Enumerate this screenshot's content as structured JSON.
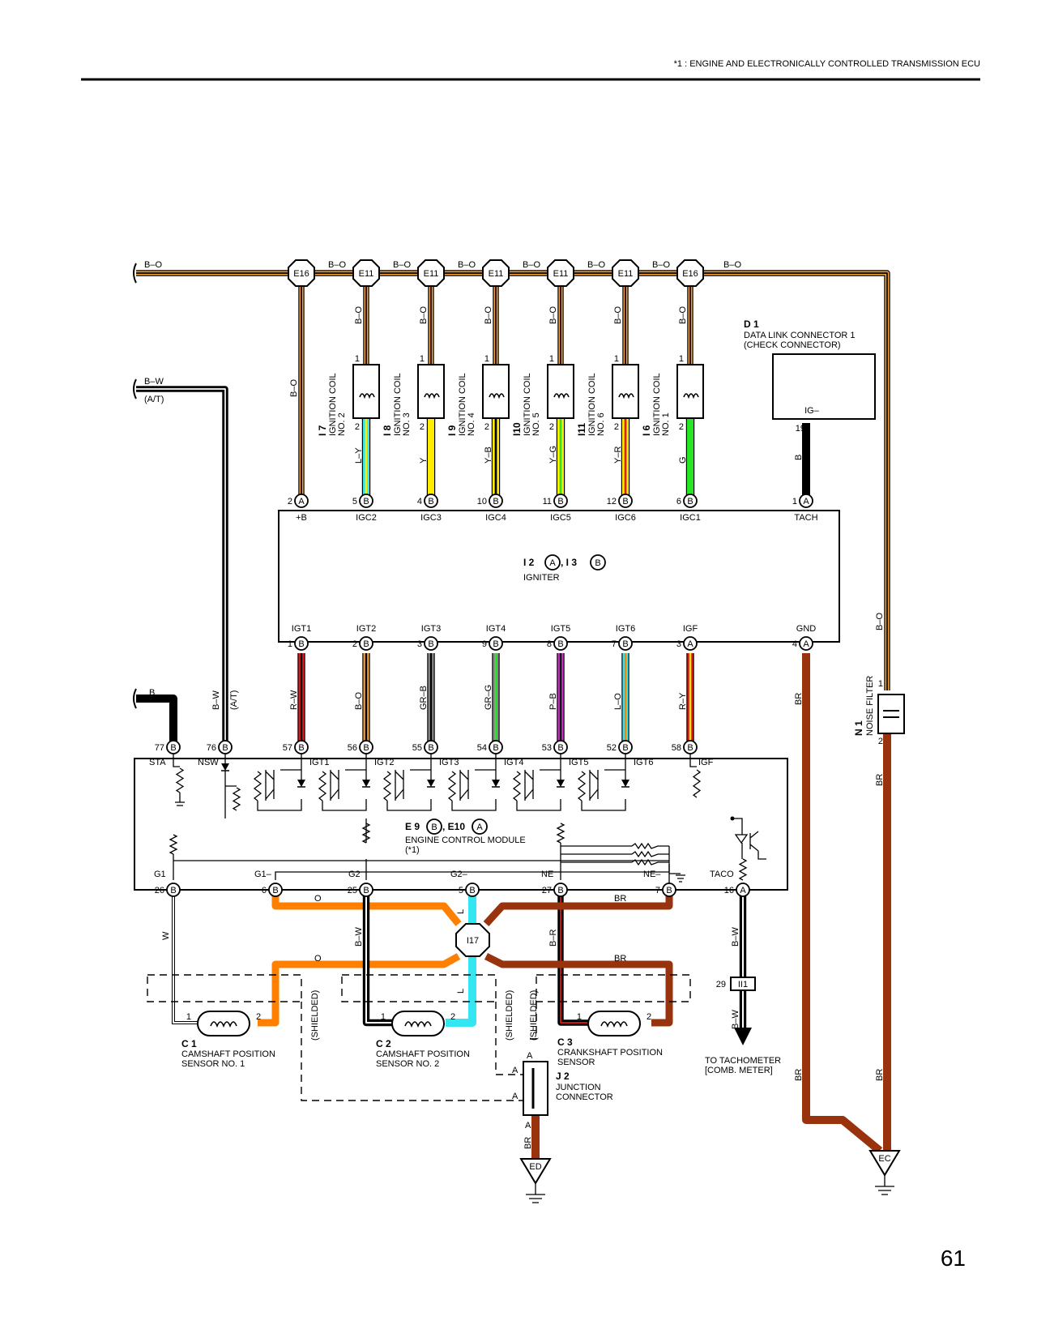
{
  "header": {
    "note": "*1  : ENGINE AND ELECTRONICALLY CONTROLLED TRANSMISSION ECU"
  },
  "page_number": "61",
  "colors": {
    "orange": "#ff8000",
    "brown": "#99330d",
    "black": "#000000",
    "red": "#e81818",
    "cyan": "#33e6f2",
    "yellow": "#ffec00",
    "green": "#26e626",
    "gray": "#8c8c8c",
    "violet": "#cc33cc",
    "light_orange": "#f0a040",
    "white": "#ffffff"
  },
  "wire_labels": {
    "bo": "B–O",
    "bw": "B–W",
    "at": "(A/T)",
    "b": "B",
    "w": "W",
    "o": "O",
    "l": "L",
    "br": "BR",
    "br2": "B–R",
    "ly": "L–Y",
    "y": "Y",
    "yb": "Y–B",
    "yg": "Y–G",
    "yr": "Y–R",
    "g": "G",
    "rw": "R–W",
    "grb": "GR–B",
    "grg": "GR–G",
    "pb": "P–B",
    "lo": "L–O",
    "ry": "R–Y"
  },
  "connectors": {
    "e16": "E16",
    "e11": "E11",
    "i17": "I17",
    "ii1": "II1",
    "ed": "ED",
    "ec": "EC"
  },
  "coils": [
    {
      "code": "I 7",
      "line1": "IGNITION COIL",
      "line2": "NO. 2"
    },
    {
      "code": "I 8",
      "line1": "IGNITION COIL",
      "line2": "NO. 3"
    },
    {
      "code": "I 9",
      "line1": "IGNITION COIL",
      "line2": "NO. 4"
    },
    {
      "code": "I10",
      "line1": "IGNITION COIL",
      "line2": "NO. 5"
    },
    {
      "code": "I11",
      "line1": "IGNITION COIL",
      "line2": "NO. 6"
    },
    {
      "code": "I 6",
      "line1": "IGNITION COIL",
      "line2": "NO. 1"
    }
  ],
  "dlc": {
    "code": "D 1",
    "line1": "DATA LINK CONNECTOR 1",
    "line2": "(CHECK CONNECTOR)",
    "pin_name": "IG–",
    "pin": "19"
  },
  "igniter": {
    "code_a": "I 2",
    "code_b": ", I 3",
    "name": "IGNITER",
    "top_pins": [
      {
        "num": "2",
        "letter": "A",
        "name": "+B"
      },
      {
        "num": "5",
        "letter": "B",
        "name": "IGC2"
      },
      {
        "num": "4",
        "letter": "B",
        "name": "IGC3"
      },
      {
        "num": "10",
        "letter": "B",
        "name": "IGC4"
      },
      {
        "num": "11",
        "letter": "B",
        "name": "IGC5"
      },
      {
        "num": "12",
        "letter": "B",
        "name": "IGC6"
      },
      {
        "num": "6",
        "letter": "B",
        "name": "IGC1"
      },
      {
        "num": "1",
        "letter": "A",
        "name": "TACH"
      }
    ],
    "bottom_pins": [
      {
        "num": "1",
        "letter": "B",
        "name": "IGT1"
      },
      {
        "num": "2",
        "letter": "B",
        "name": "IGT2"
      },
      {
        "num": "3",
        "letter": "B",
        "name": "IGT3"
      },
      {
        "num": "9",
        "letter": "B",
        "name": "IGT4"
      },
      {
        "num": "8",
        "letter": "B",
        "name": "IGT5"
      },
      {
        "num": "7",
        "letter": "B",
        "name": "IGT6"
      },
      {
        "num": "3",
        "letter": "A",
        "name": "IGF"
      },
      {
        "num": "4",
        "letter": "A",
        "name": "GND"
      }
    ]
  },
  "noise_filter": {
    "code": "N 1",
    "name": "NOISE FILTER",
    "pin1": "1",
    "pin2": "2"
  },
  "ecm": {
    "code_a": "E 9",
    "code_b": ", E10",
    "name": "ENGINE CONTROL MODULE",
    "note": "(*1)",
    "top_pins": [
      {
        "num": "77",
        "letter": "B",
        "name": "STA"
      },
      {
        "num": "76",
        "letter": "B",
        "name": "NSW"
      },
      {
        "num": "57",
        "letter": "B",
        "name": "IGT1"
      },
      {
        "num": "56",
        "letter": "B",
        "name": "IGT2"
      },
      {
        "num": "55",
        "letter": "B",
        "name": "IGT3"
      },
      {
        "num": "54",
        "letter": "B",
        "name": "IGT4"
      },
      {
        "num": "53",
        "letter": "B",
        "name": "IGT5"
      },
      {
        "num": "52",
        "letter": "B",
        "name": "IGT6"
      },
      {
        "num": "58",
        "letter": "B",
        "name": "IGF"
      }
    ],
    "bottom_pins": [
      {
        "num": "26",
        "letter": "B",
        "name": "G1"
      },
      {
        "num": "6",
        "letter": "B",
        "name": "G1–"
      },
      {
        "num": "25",
        "letter": "B",
        "name": "G2"
      },
      {
        "num": "5",
        "letter": "B",
        "name": "G2–"
      },
      {
        "num": "27",
        "letter": "B",
        "name": "NE"
      },
      {
        "num": "7",
        "letter": "B",
        "name": "NE–"
      },
      {
        "num": "16",
        "letter": "A",
        "name": "TACO"
      }
    ]
  },
  "sensors": [
    {
      "code": "C 1",
      "line1": "CAMSHAFT POSITION",
      "line2": "SENSOR NO. 1",
      "pin1": "1",
      "pin2": "2"
    },
    {
      "code": "C 2",
      "line1": "CAMSHAFT POSITION",
      "line2": "SENSOR NO. 2",
      "pin1": "1",
      "pin2": "2"
    },
    {
      "code": "C 3",
      "line1": "CRANKSHAFT POSITION",
      "line2": "SENSOR",
      "pin1": "1",
      "pin2": "2"
    }
  ],
  "shielded": "(SHIELDED)",
  "junction": {
    "code": "J 2",
    "line1": "JUNCTION",
    "line2": "CONNECTOR",
    "pin": "A"
  },
  "tachometer": {
    "line1": "TO TACHOMETER",
    "line2": "[COMB.  METER]",
    "pin": "29"
  },
  "coil_pin1": "1",
  "coil_pin2": "2"
}
